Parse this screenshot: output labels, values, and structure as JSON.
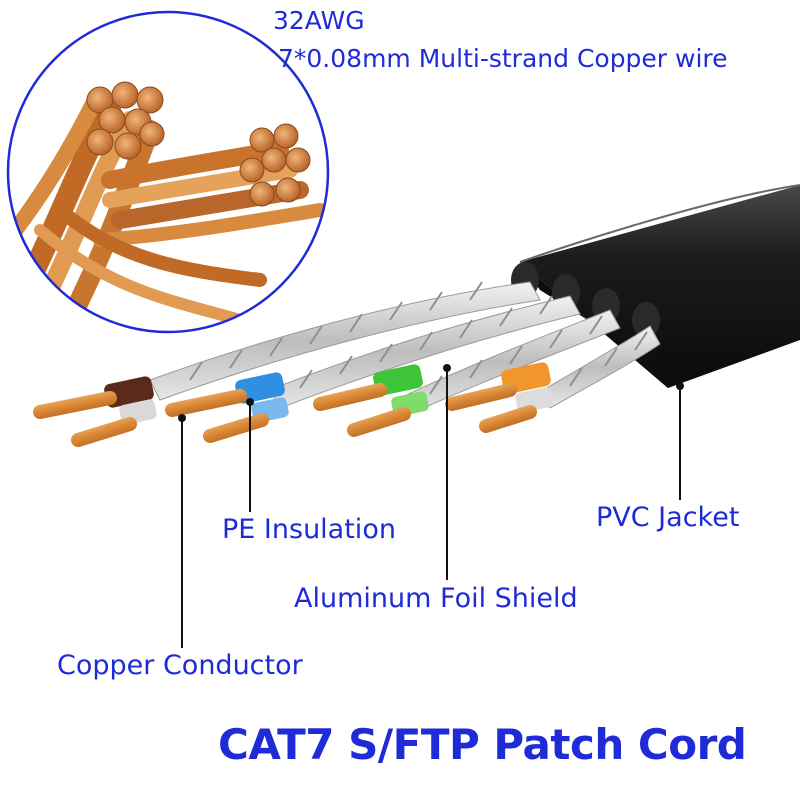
{
  "spec": {
    "gauge": "32AWG",
    "strand": "7*0.08mm Multi-strand Copper wire"
  },
  "labels": {
    "pe_insulation": "PE Insulation",
    "pvc_jacket": "PVC Jacket",
    "aluminum_foil_shield": "Aluminum Foil Shield",
    "copper_conductor": "Copper Conductor"
  },
  "title": "CAT7 S/FTP Patch Cord",
  "colors": {
    "label_text": "#1f2bd6",
    "jacket": "#1b1b1b",
    "copper": "#d9893a",
    "pair_brown": "#5a2a1a",
    "pair_blue": "#2f8fe0",
    "pair_green": "#3ec43a",
    "pair_orange": "#f0962a",
    "foil": "#c9c9c9",
    "leader_line": "#111111"
  }
}
